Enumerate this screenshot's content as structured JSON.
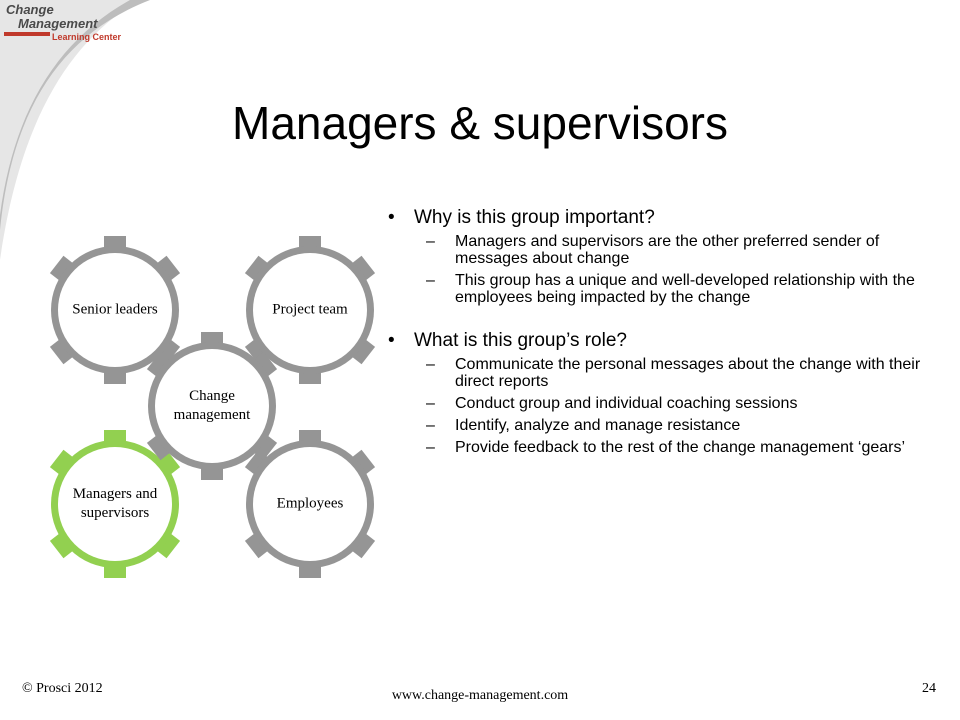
{
  "logo": {
    "line1": "Change",
    "line2": "Management",
    "line3": "Learning Center"
  },
  "title": "Managers & supervisors",
  "gears": [
    {
      "label_lines": [
        "Senior leaders"
      ],
      "highlighted": false
    },
    {
      "label_lines": [
        "Project team"
      ],
      "highlighted": false
    },
    {
      "label_lines": [
        "Change",
        "management"
      ],
      "highlighted": false
    },
    {
      "label_lines": [
        "Managers and",
        "supervisors"
      ],
      "highlighted": true
    },
    {
      "label_lines": [
        "Employees"
      ],
      "highlighted": false
    }
  ],
  "colors": {
    "gear_gray": "#959595",
    "gear_green": "#92d050",
    "swoosh": "#c8c8c8"
  },
  "content": {
    "q1": "Why is this group important?",
    "q1_points": [
      "Managers and supervisors are the other preferred sender of messages about change",
      "This group has a unique and well-developed relationship with the employees being impacted by the change"
    ],
    "q2": "What is this group’s role?",
    "q2_points": [
      "Communicate the personal messages about the change with their direct reports",
      "Conduct group and individual coaching sessions",
      "Identify, analyze and manage resistance",
      "Provide feedback to the rest of the change management ‘gears’"
    ]
  },
  "footer": {
    "copyright": "© Prosci 2012",
    "url": "www.change-management.com",
    "page_number": "24"
  }
}
